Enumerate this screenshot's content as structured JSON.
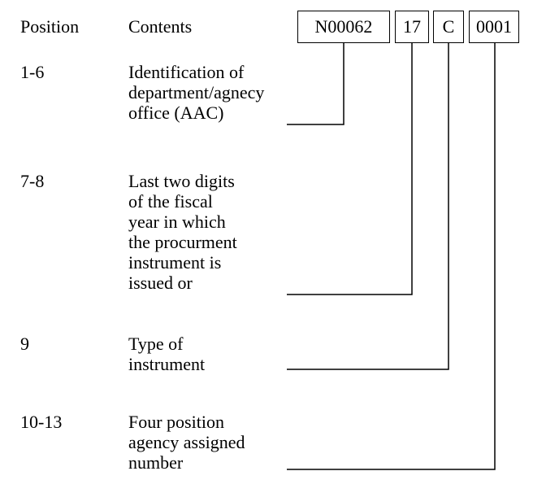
{
  "header": {
    "position_label": "Position",
    "contents_label": "Contents"
  },
  "code_segments": [
    {
      "id": "aac",
      "text": "N00062"
    },
    {
      "id": "fy",
      "text": "17"
    },
    {
      "id": "type",
      "text": "C"
    },
    {
      "id": "serial",
      "text": "0001"
    }
  ],
  "rows": [
    {
      "position": "1-6",
      "lines": [
        "Identification of",
        "department/agnecy",
        "office (AAC)"
      ]
    },
    {
      "position": "7-8",
      "lines": [
        "Last two digits",
        "of the fiscal",
        "year in which",
        "the procurment",
        "instrument is",
        "issued or"
      ]
    },
    {
      "position": "9",
      "lines": [
        "Type of",
        "instrument"
      ]
    },
    {
      "position": "10-13",
      "lines": [
        "Four position",
        "agency assigned",
        "number"
      ]
    }
  ]
}
